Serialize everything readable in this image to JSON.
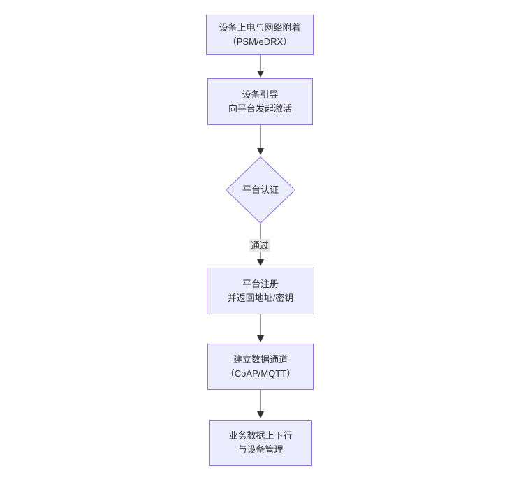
{
  "diagram": {
    "type": "flowchart",
    "direction": "top-down",
    "nodes": [
      {
        "id": "A",
        "shape": "rect",
        "lines": [
          "设备上电与网络附着",
          "（PSM/eDRX）"
        ]
      },
      {
        "id": "B",
        "shape": "rect",
        "lines": [
          "设备引导",
          "向平台发起激活"
        ]
      },
      {
        "id": "C",
        "shape": "diamond",
        "lines": [
          "平台认证"
        ]
      },
      {
        "id": "D",
        "shape": "rect",
        "lines": [
          "平台注册",
          "并返回地址/密钥"
        ]
      },
      {
        "id": "E",
        "shape": "rect",
        "lines": [
          "建立数据通道",
          "（CoAP/MQTT）"
        ]
      },
      {
        "id": "F",
        "shape": "rect",
        "lines": [
          "业务数据上下行",
          "与设备管理"
        ]
      }
    ],
    "edges": [
      {
        "from": "A",
        "to": "B",
        "label": ""
      },
      {
        "from": "B",
        "to": "C",
        "label": ""
      },
      {
        "from": "C",
        "to": "D",
        "label": "通过"
      },
      {
        "from": "D",
        "to": "E",
        "label": ""
      },
      {
        "from": "E",
        "to": "F",
        "label": ""
      }
    ],
    "colors": {
      "node_fill": "#ECECFF",
      "node_border": "#9370DB",
      "edge_line": "#333333",
      "arrowhead": "#333333",
      "edge_label_bg": "#e8e8e8",
      "text": "#333333",
      "background": "#ffffff"
    }
  }
}
